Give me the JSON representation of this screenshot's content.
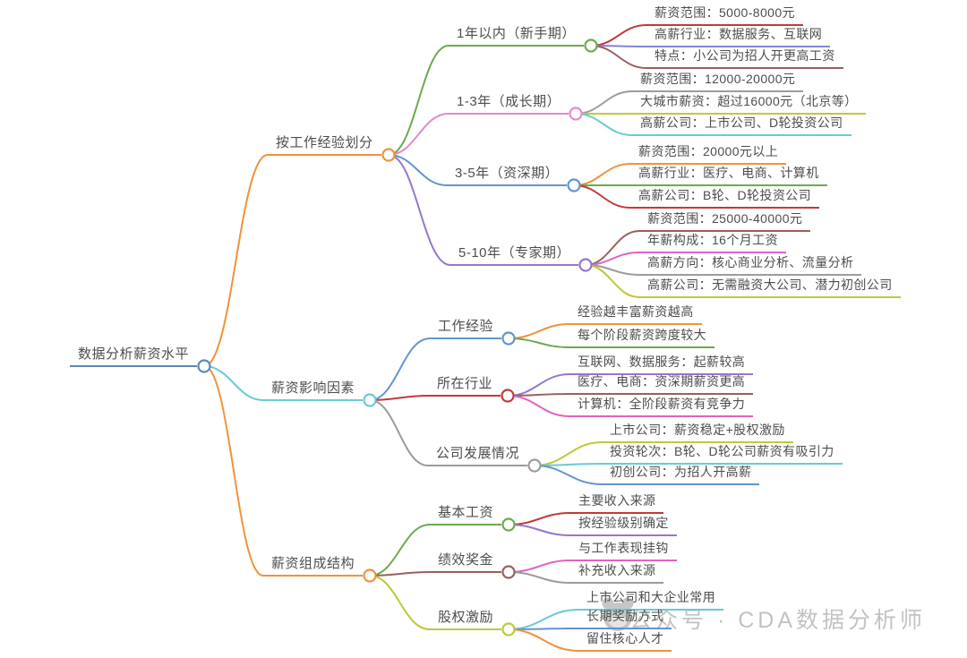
{
  "canvas": {
    "background": "#ffffff",
    "text_color": "#4d4d4d"
  },
  "mindmap": {
    "root": {
      "id": "root",
      "label": "数据分析薪资水平",
      "color": "#5E88B8",
      "children": [
        {
          "id": "a",
          "label": "按工作经验划分",
          "color": "#F0923B",
          "children": [
            {
              "id": "a1",
              "label": "1年以内（新手期）",
              "color": "#6BAA4D",
              "children": [
                {
                  "id": "a1-1",
                  "label": "薪资范围：5000-8000元",
                  "color": "#C13A3B"
                },
                {
                  "id": "a1-2",
                  "label": "高薪行业：数据服务、互联网",
                  "color": "#8383D9"
                },
                {
                  "id": "a1-3",
                  "label": "特点：小公司为招人开更高工资",
                  "color": "#99605F"
                }
              ]
            },
            {
              "id": "a2",
              "label": "1-3年（成长期）",
              "color": "#E38ACB",
              "children": [
                {
                  "id": "a2-1",
                  "label": "薪资范围：12000-20000元",
                  "color": "#9C9C9C"
                },
                {
                  "id": "a2-2",
                  "label": "大城市薪资：超过16000元（北京等）",
                  "color": "#BEC83E"
                },
                {
                  "id": "a2-3",
                  "label": "高薪公司：上市公司、D轮投资公司",
                  "color": "#67CBD5"
                }
              ]
            },
            {
              "id": "a3",
              "label": "3-5年（资深期）",
              "color": "#6394CF",
              "children": [
                {
                  "id": "a3-1",
                  "label": "薪资范围：20000元以上",
                  "color": "#F0923B"
                },
                {
                  "id": "a3-2",
                  "label": "高薪行业：医疗、电商、计算机",
                  "color": "#6BAA4D"
                },
                {
                  "id": "a3-3",
                  "label": "高薪公司：B轮、D轮投资公司",
                  "color": "#C13A3B"
                }
              ]
            },
            {
              "id": "a4",
              "label": "5-10年（专家期）",
              "color": "#9577C9",
              "children": [
                {
                  "id": "a4-1",
                  "label": "薪资范围：25000-40000元",
                  "color": "#99605F"
                },
                {
                  "id": "a4-2",
                  "label": "年薪构成：16个月工资",
                  "color": "#DF63C3"
                },
                {
                  "id": "a4-3",
                  "label": "高薪方向：核心商业分析、流量分析",
                  "color": "#9C9C9C"
                },
                {
                  "id": "a4-4",
                  "label": "高薪公司：无需融资大公司、潜力初创公司",
                  "color": "#BEC83E"
                }
              ]
            }
          ]
        },
        {
          "id": "b",
          "label": "薪资影响因素",
          "color": "#67CBD5",
          "children": [
            {
              "id": "b1",
              "label": "工作经验",
              "color": "#6394CF",
              "children": [
                {
                  "id": "b1-1",
                  "label": "经验越丰富薪资越高",
                  "color": "#F0923B"
                },
                {
                  "id": "b1-2",
                  "label": "每个阶段薪资跨度较大",
                  "color": "#6BAA4D"
                }
              ]
            },
            {
              "id": "b2",
              "label": "所在行业",
              "color": "#C13A3B",
              "children": [
                {
                  "id": "b2-1",
                  "label": "互联网、数据服务：起薪较高",
                  "color": "#9577C9"
                },
                {
                  "id": "b2-2",
                  "label": "医疗、电商：资深期薪资更高",
                  "color": "#99605F"
                },
                {
                  "id": "b2-3",
                  "label": "计算机：全阶段薪资有竞争力",
                  "color": "#DF63C3"
                }
              ]
            },
            {
              "id": "b3",
              "label": "公司发展情况",
              "color": "#9C9C9C",
              "children": [
                {
                  "id": "b3-1",
                  "label": "上市公司：薪资稳定+股权激励",
                  "color": "#BEC83E"
                },
                {
                  "id": "b3-2",
                  "label": "投资轮次：B轮、D轮公司薪资有吸引力",
                  "color": "#67CBD5"
                },
                {
                  "id": "b3-3",
                  "label": "初创公司：为招人开高薪",
                  "color": "#6394CF"
                }
              ]
            }
          ]
        },
        {
          "id": "c",
          "label": "薪资组成结构",
          "color": "#F0923B",
          "children": [
            {
              "id": "c1",
              "label": "基本工资",
              "color": "#6BAA4D",
              "children": [
                {
                  "id": "c1-1",
                  "label": "主要收入来源",
                  "color": "#C13A3B"
                },
                {
                  "id": "c1-2",
                  "label": "按经验级别确定",
                  "color": "#9577C9"
                }
              ]
            },
            {
              "id": "c2",
              "label": "绩效奖金",
              "color": "#99605F",
              "children": [
                {
                  "id": "c2-1",
                  "label": "与工作表现挂钩",
                  "color": "#DF63C3"
                },
                {
                  "id": "c2-2",
                  "label": "补充收入来源",
                  "color": "#9C9C9C"
                }
              ]
            },
            {
              "id": "c3",
              "label": "股权激励",
              "color": "#BEC83E",
              "children": [
                {
                  "id": "c3-1",
                  "label": "上市公司和大企业常用",
                  "color": "#67CBD5"
                },
                {
                  "id": "c3-2",
                  "label": "长期奖励方式",
                  "color": "#6394CF"
                },
                {
                  "id": "c3-3",
                  "label": "留住核心人才",
                  "color": "#F0923B"
                }
              ]
            }
          ]
        }
      ]
    }
  },
  "watermark": {
    "text": "公众号 · CDA数据分析师",
    "color": "#BDBDBD"
  }
}
